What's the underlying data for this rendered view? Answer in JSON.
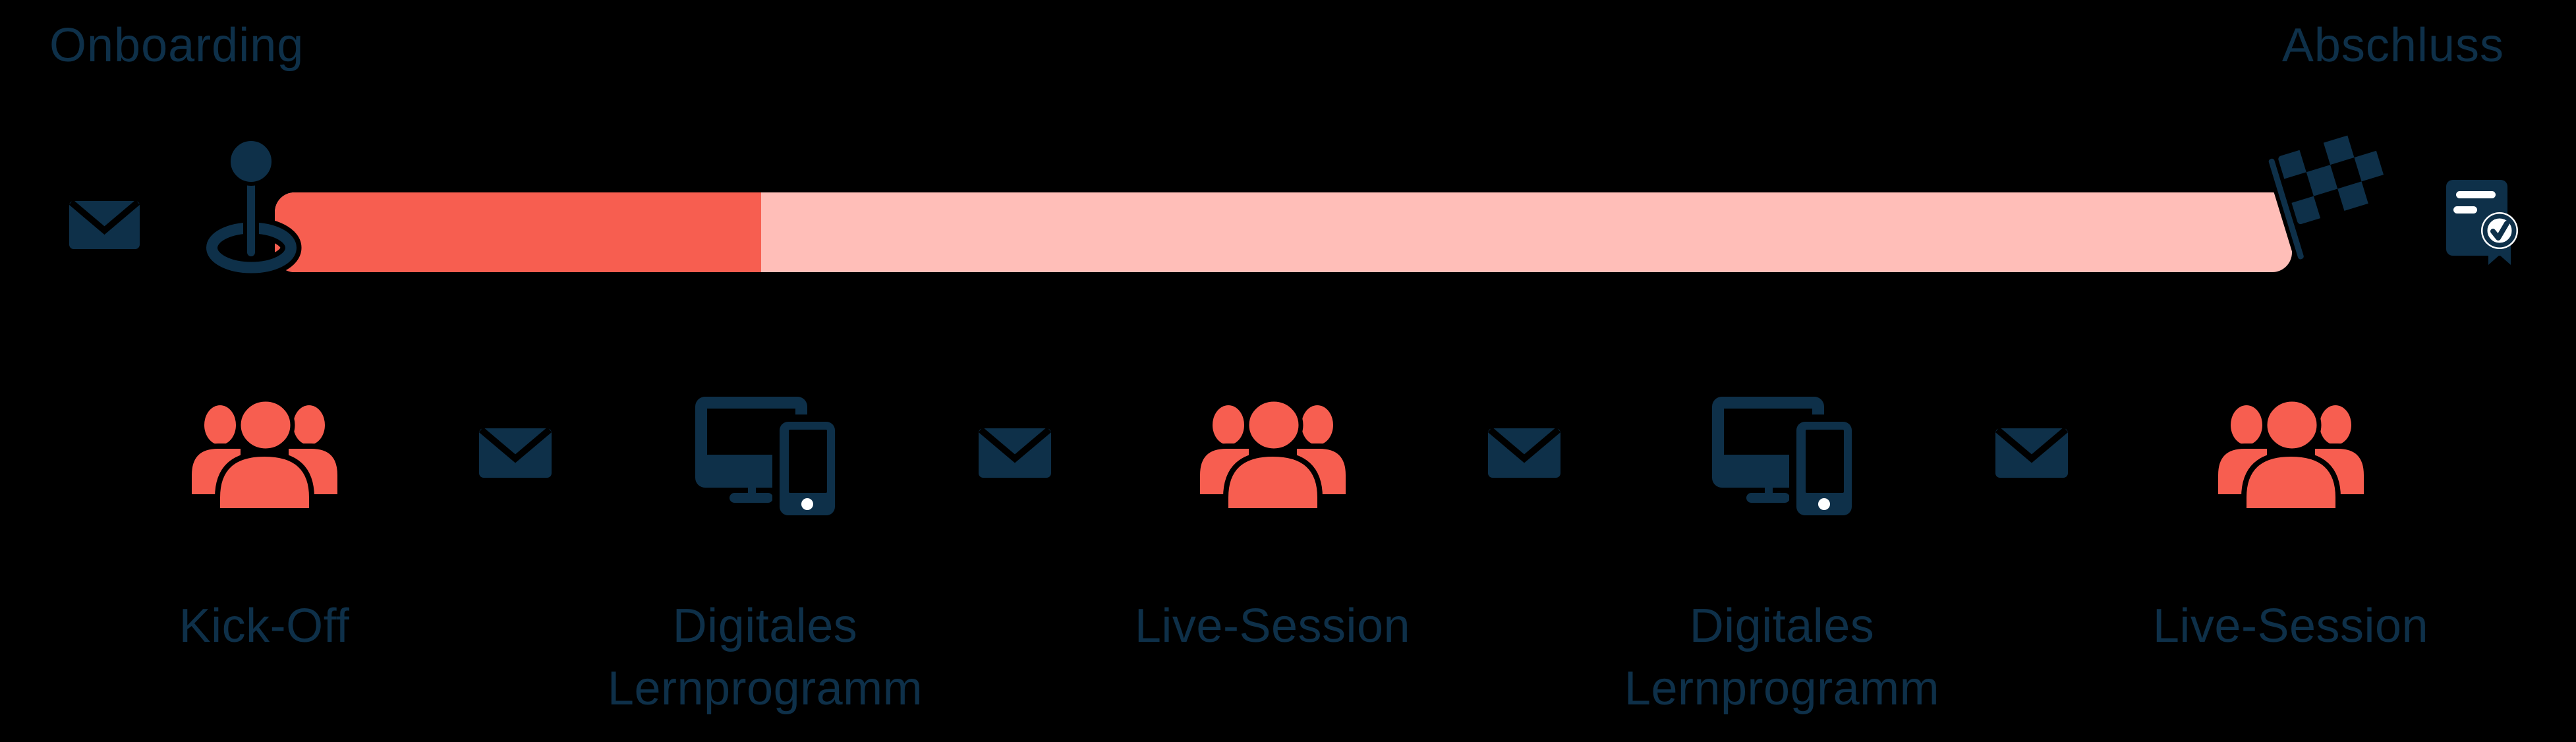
{
  "colors": {
    "background": "#000000",
    "navy": "#0e3049",
    "red": "#f75e50",
    "pink_track": "#ffbeb8",
    "white": "#ffffff"
  },
  "timeline": {
    "start_label": "Onboarding",
    "end_label": "Abschluss",
    "progress_percent": 24.1,
    "start_icons": [
      "mail-icon",
      "map-pin-icon"
    ],
    "end_icons": [
      "finish-flag-icon",
      "certificate-icon"
    ]
  },
  "steps": [
    {
      "icon": "users-icon",
      "label": "Kick-Off"
    },
    {
      "icon": "mail-icon",
      "label": ""
    },
    {
      "icon": "devices-icon",
      "label": "Digitales Lernprogramm"
    },
    {
      "icon": "mail-icon",
      "label": ""
    },
    {
      "icon": "users-icon",
      "label": "Live-Session"
    },
    {
      "icon": "mail-icon",
      "label": ""
    },
    {
      "icon": "devices-icon",
      "label": "Digitales Lernprogramm"
    },
    {
      "icon": "mail-icon",
      "label": ""
    },
    {
      "icon": "users-icon",
      "label": "Live-Session"
    }
  ]
}
